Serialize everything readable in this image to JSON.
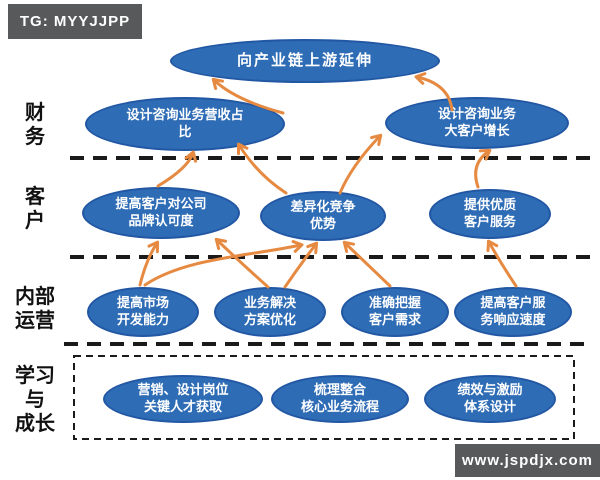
{
  "badges": {
    "top_left": "TG: MYYJJPP",
    "bottom_right": "www.jspdjx.com"
  },
  "perspectives": [
    {
      "id": "finance",
      "label": "财\n务"
    },
    {
      "id": "customer",
      "label": "客\n户"
    },
    {
      "id": "internal",
      "label": "内部\n运营"
    },
    {
      "id": "learning",
      "label": "学习\n与\n成长"
    }
  ],
  "nodes": [
    {
      "id": "extend-upstream",
      "label": "向产业链上游延伸"
    },
    {
      "id": "revenue-share",
      "label": "设计咨询业务营收占\n比"
    },
    {
      "id": "key-account-growth",
      "label": "设计咨询业务\n大客户增长"
    },
    {
      "id": "brand-recognition",
      "label": "提高客户对公司\n品牌认可度"
    },
    {
      "id": "differentiation",
      "label": "差异化竞争\n优势"
    },
    {
      "id": "quality-service",
      "label": "提供优质\n客户服务"
    },
    {
      "id": "market-development",
      "label": "提高市场\n开发能力"
    },
    {
      "id": "solution-optimization",
      "label": "业务解决\n方案优化"
    },
    {
      "id": "customer-needs",
      "label": "准确把握\n客户需求"
    },
    {
      "id": "response-speed",
      "label": "提高客户服\n务响应速度"
    },
    {
      "id": "talent-acquisition",
      "label": "营销、设计岗位\n关键人才获取"
    },
    {
      "id": "process-integration",
      "label": "梳理整合\n核心业务流程"
    },
    {
      "id": "incentive-design",
      "label": "绩效与激励\n体系设计"
    }
  ],
  "edges": [
    {
      "from": "revenue-share",
      "to": "extend-upstream"
    },
    {
      "from": "key-account-growth",
      "to": "extend-upstream"
    },
    {
      "from": "brand-recognition",
      "to": "revenue-share"
    },
    {
      "from": "differentiation",
      "to": "revenue-share"
    },
    {
      "from": "differentiation",
      "to": "key-account-growth"
    },
    {
      "from": "quality-service",
      "to": "key-account-growth"
    },
    {
      "from": "market-development",
      "to": "brand-recognition"
    },
    {
      "from": "market-development",
      "to": "differentiation"
    },
    {
      "from": "solution-optimization",
      "to": "brand-recognition"
    },
    {
      "from": "solution-optimization",
      "to": "differentiation"
    },
    {
      "from": "customer-needs",
      "to": "differentiation"
    },
    {
      "from": "response-speed",
      "to": "quality-service"
    }
  ],
  "colors": {
    "node_fill": "#2e6cb5",
    "node_border": "#2257a4",
    "arrow": "#e68a42",
    "separator": "#1a1a1a",
    "badge_bg": "#58595b"
  }
}
